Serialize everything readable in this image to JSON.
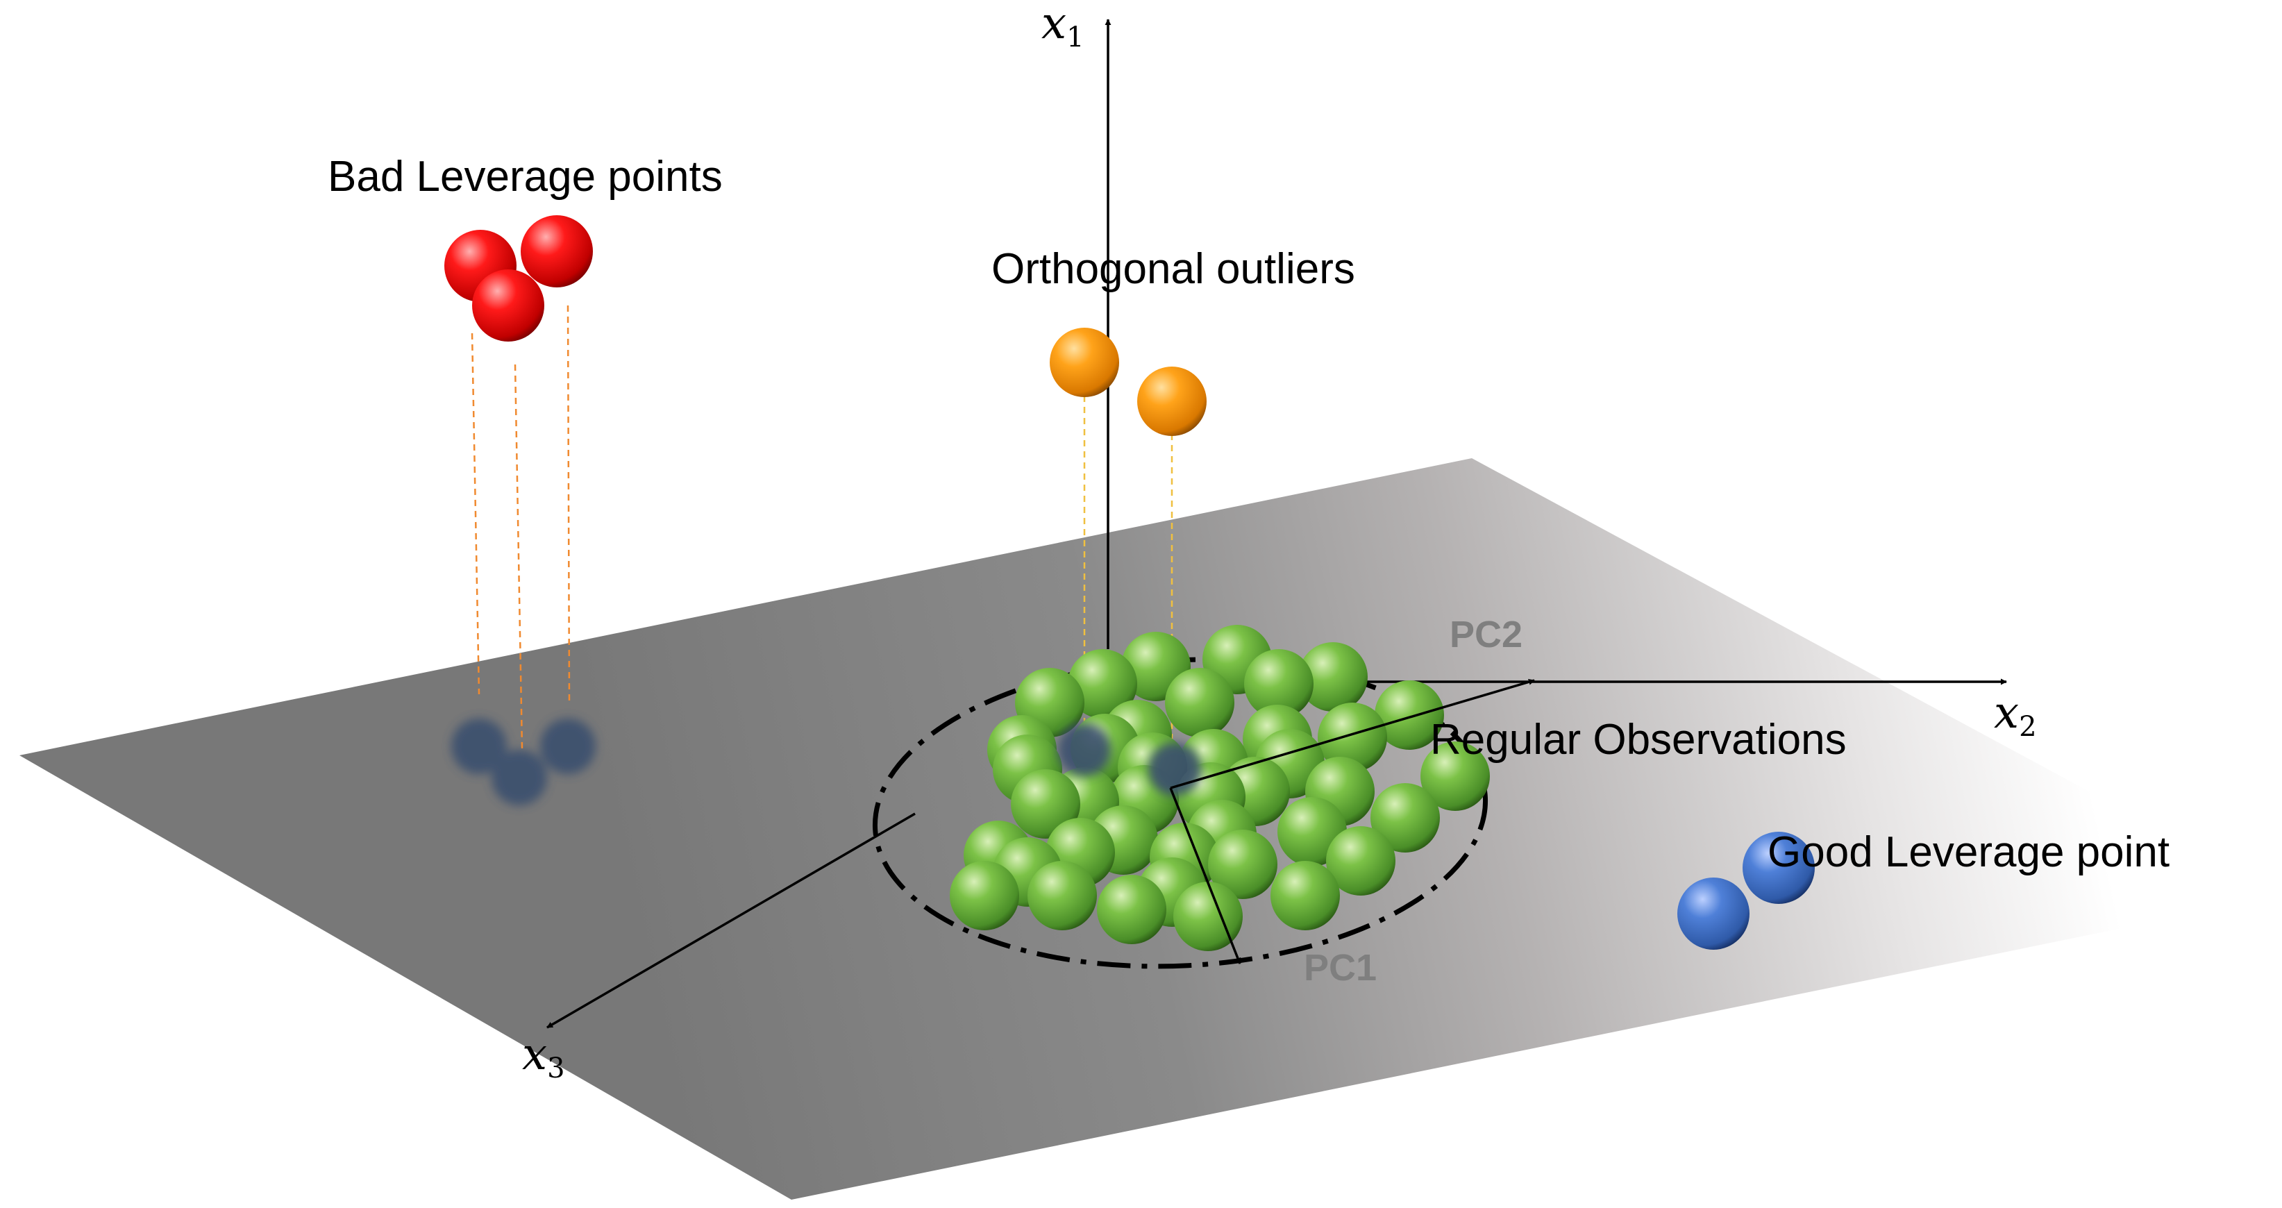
{
  "labels": {
    "bad_leverage": "Bad Leverage points",
    "orthogonal": "Orthogonal outliers",
    "regular": "Regular Observations",
    "good_leverage": "Good Leverage point",
    "pc1": "PC1",
    "pc2": "PC2"
  },
  "axes": {
    "x1": {
      "var": "x",
      "sub": "1"
    },
    "x2": {
      "var": "x",
      "sub": "2"
    },
    "x3": {
      "var": "x",
      "sub": "3"
    }
  },
  "groups": {
    "bad_leverage": {
      "count": 3,
      "color": "#e00000"
    },
    "orthogonal": {
      "count": 2,
      "color": "#f29100"
    },
    "regular": {
      "count": 40,
      "color": "#6fb03a"
    },
    "good_leverage": {
      "count": 2,
      "color": "#3f6fc8"
    }
  },
  "colors": {
    "plane_dark": "#777777",
    "plane_light": "#ffffff",
    "projection_shadow": "#3a4f6e",
    "projection_line": "#f08a30"
  }
}
